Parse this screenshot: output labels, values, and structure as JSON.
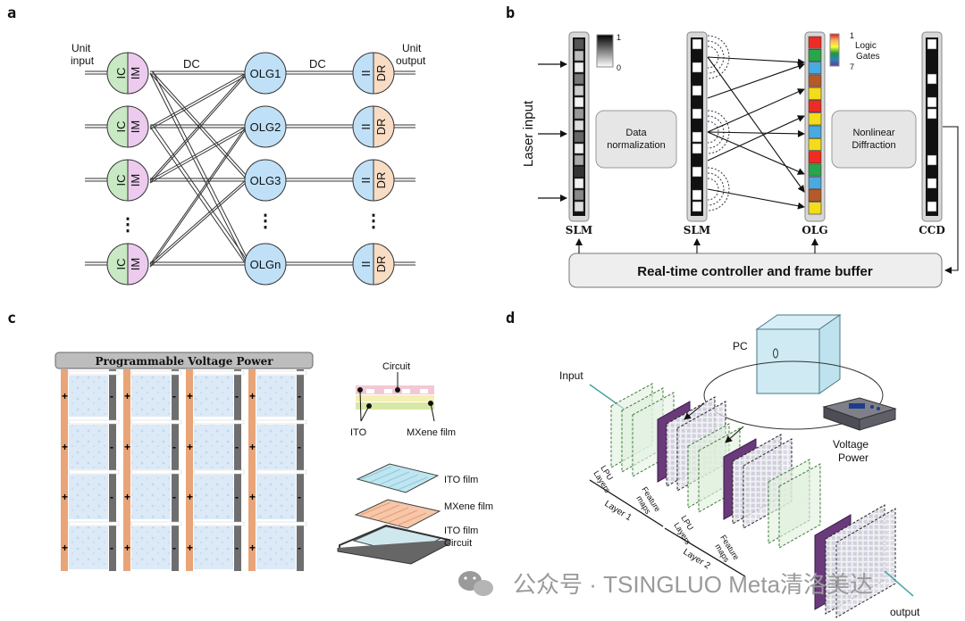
{
  "panels": {
    "a": {
      "letter": "a",
      "unit_input": [
        "Unit",
        "input"
      ],
      "unit_output": [
        "Unit",
        "output"
      ],
      "dc_left": "DC",
      "dc_right": "DC",
      "ic": "IC",
      "im": "IM",
      "ii": "II",
      "dr": "DR",
      "olg": [
        "OLG1",
        "OLG2",
        "OLG3",
        "OLGn"
      ],
      "dots": "⋮",
      "colors": {
        "ic": "#c8e9c4",
        "im": "#eccbee",
        "olg": "#bfe0f7",
        "ii": "#bfe0f7",
        "dr": "#f8dcc4"
      }
    },
    "b": {
      "letter": "b",
      "laser_input": "Laser input",
      "data_normalization": [
        "Data",
        "normalization"
      ],
      "nonlinear_diffraction": [
        "Nonlinear",
        "Diffraction"
      ],
      "logic_gates": [
        "Logic",
        "Gates"
      ],
      "scale_top": "1",
      "scale_bottom": "0",
      "logic_top": "1",
      "logic_bottom": "7",
      "labels": {
        "slm1": "SLM",
        "slm2": "SLM",
        "olg": "OLG",
        "ccd": "CCD"
      },
      "controller": "Real-time controller and frame buffer",
      "olg_colors": [
        "#ee2b24",
        "#2aa64a",
        "#4aa9df",
        "#b55a2a",
        "#f3dc1a",
        "#ee2b24",
        "#f3dc1a",
        "#4aa9df",
        "#f3dc1a",
        "#ee2b24",
        "#2aa64a",
        "#4aa9df",
        "#b55a2a",
        "#f3dc1a"
      ]
    },
    "c": {
      "letter": "c",
      "power_bar": "Programmable Voltage Power",
      "plus": "+",
      "minus": "-",
      "circuit": "Circuit",
      "ito": "ITO",
      "mxene_film": "MXene film",
      "stack": [
        "ITO film",
        "MXene film",
        "ITO film",
        "Circuit"
      ]
    },
    "d": {
      "letter": "d",
      "input": "Input",
      "pc": "PC",
      "voltage_power": [
        "Voltage",
        "Power"
      ],
      "lpu_layers": [
        "LPU",
        "Layers"
      ],
      "feature_maps": [
        "Feature",
        "maps"
      ],
      "layer1": "Layer 1",
      "layer2": "Layer 2",
      "output": "output"
    }
  },
  "watermark": "公众号 · TSINGLUO Meta清洛美达"
}
